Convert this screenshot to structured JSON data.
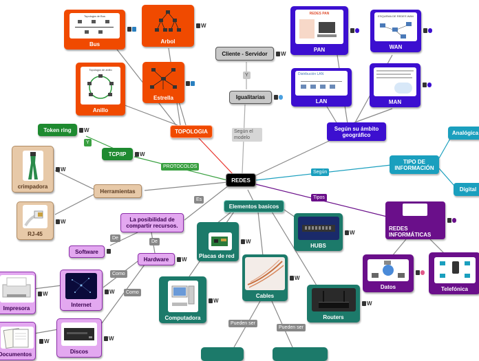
{
  "central": "REDES",
  "nodes": {
    "topologia": "TOPOLOGIA",
    "bus": "Bus",
    "arbol": "Arbol",
    "anillo": "Anillo",
    "estrella": "Estrella",
    "bus_caption": "Topología de Bus",
    "anillo_caption": "Topología de anillo",
    "token_ring": "Token ring",
    "tcp_ip": "TCP/IP",
    "herramientas": "Herramientas",
    "crimpadora": "crimpadora",
    "rj45": "RJ-45",
    "cliente_servidor": "Cliente - Servidor",
    "igualitarias": "Igualitarias",
    "segun_ambito": "Según su ámbito geográfico",
    "pan": "PAN",
    "wan": "WAN",
    "lan": "LAN",
    "man": "MAN",
    "pan_caption": "REDES PAN",
    "wan_caption": "ESQUEMA DE REDES WAN",
    "lan_caption": "Distribución LAN",
    "tipo_info": "TIPO DE INFORMACIÓN",
    "analogica": "Analógica",
    "digital": "Digital",
    "redes_informaticas": "REDES INFORMÁTICAS",
    "datos": "Datos",
    "telefonica": "Telefónica",
    "elementos_basicos": "Elementos basicos",
    "placas_red": "Placas de red",
    "hubs": "HUBS",
    "cables": "Cables",
    "computadora": "Computadora",
    "routers": "Routers",
    "posibilidad": "La posibilidad de compartir recursos.",
    "software": "Software",
    "hardware": "Hardware",
    "internet": "Internet",
    "impresora": "Impresora",
    "documentos": "Documentos",
    "discos": "Discos"
  },
  "labels": {
    "segun_modelo": "Según el modelo",
    "protocolos": "PROTOCOLOS",
    "segun": "Según",
    "tipos": "Tipos",
    "es": "Es",
    "y1": "Y",
    "y2": "Y",
    "de1": "De",
    "de2": "De",
    "como1": "Como",
    "como2": "Como",
    "pueden_ser1": "Pueden ser",
    "pueden_ser2": "Pueden ser"
  },
  "colors": {
    "orange": "#f04a00",
    "purple": "#3c0fd0",
    "teal": "#1c7a6a",
    "green": "#1e8a30",
    "violet": "#6a0f8a",
    "sky": "#1a9fbe"
  }
}
